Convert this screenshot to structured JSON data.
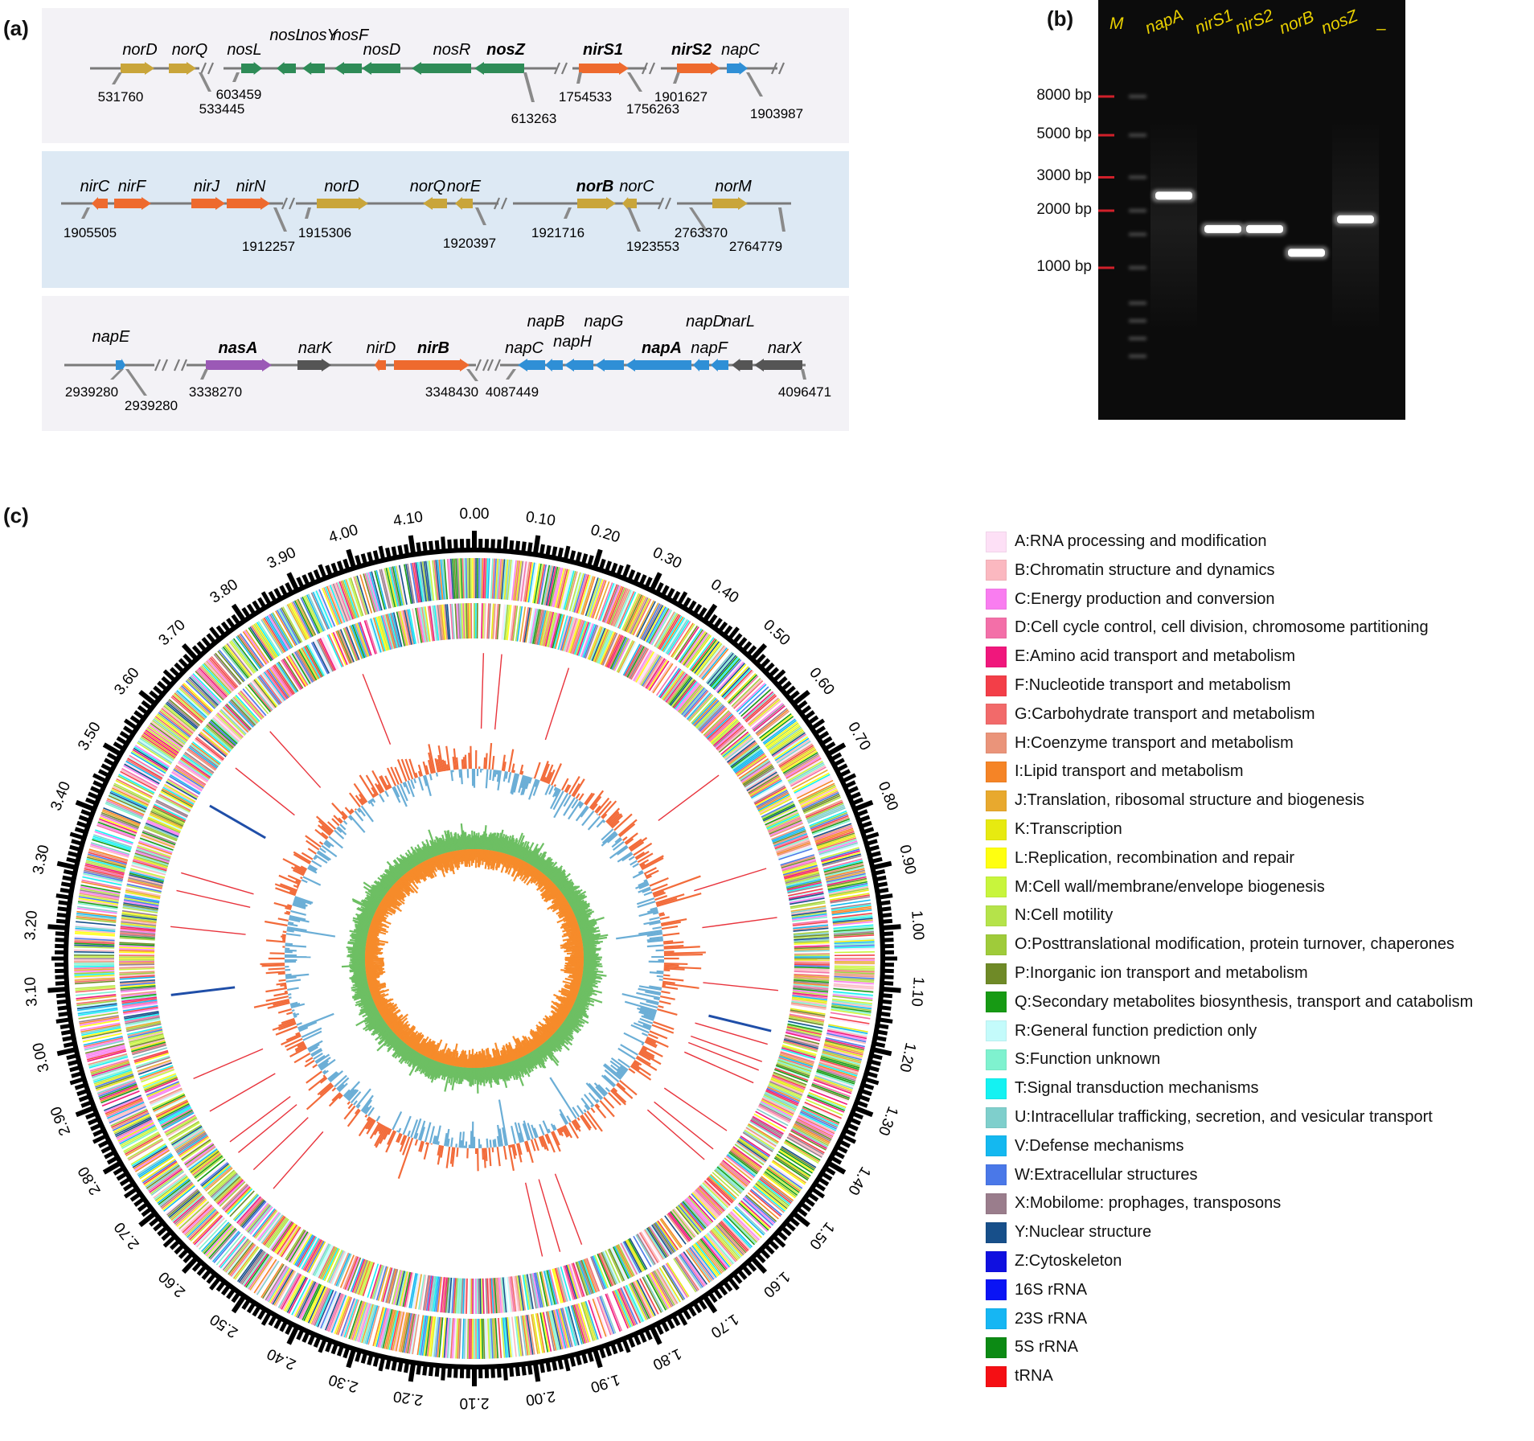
{
  "panels": {
    "a": "(a)",
    "b": "(b)",
    "c": "(c)"
  },
  "panel_a": {
    "row1": {
      "genes": [
        {
          "name": "norD",
          "bold": false,
          "color": "#c9a53a"
        },
        {
          "name": "norQ",
          "bold": false,
          "color": "#c9a53a"
        },
        {
          "name": "nosL",
          "bold": false,
          "color": "#2e8b57"
        },
        {
          "name": "nosL",
          "bold": false,
          "color": "#2e8b57"
        },
        {
          "name": "nosY",
          "bold": false,
          "color": "#2e8b57"
        },
        {
          "name": "nosF",
          "bold": false,
          "color": "#2e8b57"
        },
        {
          "name": "nosD",
          "bold": false,
          "color": "#2e8b57"
        },
        {
          "name": "nosR",
          "bold": false,
          "color": "#2e8b57"
        },
        {
          "name": "nosZ",
          "bold": true,
          "color": "#2e8b57"
        },
        {
          "name": "nirS1",
          "bold": true,
          "color": "#ee6a2e"
        },
        {
          "name": "nirS2",
          "bold": true,
          "color": "#ee6a2e"
        },
        {
          "name": "napC",
          "bold": false,
          "color": "#2f8fd6"
        }
      ],
      "coords": [
        "531760",
        "533445",
        "603459",
        "613263",
        "1754533",
        "1756263",
        "1901627",
        "1903987"
      ]
    },
    "row2": {
      "genes": [
        {
          "name": "nirC",
          "bold": false
        },
        {
          "name": "nirF",
          "bold": false
        },
        {
          "name": "nirJ",
          "bold": false
        },
        {
          "name": "nirN",
          "bold": false
        },
        {
          "name": "norD",
          "bold": false
        },
        {
          "name": "norQ",
          "bold": false
        },
        {
          "name": "norE",
          "bold": false
        },
        {
          "name": "norB",
          "bold": true
        },
        {
          "name": "norC",
          "bold": false
        },
        {
          "name": "norM",
          "bold": false
        }
      ],
      "coords": [
        "1905505",
        "1912257",
        "1915306",
        "1920397",
        "1921716",
        "1923553",
        "2763370",
        "2764779"
      ]
    },
    "row3": {
      "genes": [
        {
          "name": "napE",
          "bold": false
        },
        {
          "name": "nasA",
          "bold": true
        },
        {
          "name": "narK",
          "bold": false
        },
        {
          "name": "nirD",
          "bold": false
        },
        {
          "name": "nirB",
          "bold": true
        },
        {
          "name": "napC",
          "bold": false
        },
        {
          "name": "napB",
          "bold": false
        },
        {
          "name": "napH",
          "bold": false
        },
        {
          "name": "napG",
          "bold": false
        },
        {
          "name": "napA",
          "bold": true
        },
        {
          "name": "napD",
          "bold": false
        },
        {
          "name": "napF",
          "bold": false
        },
        {
          "name": "narL",
          "bold": false
        },
        {
          "name": "narX",
          "bold": false
        }
      ],
      "coords": [
        "2939280",
        "2939280",
        "3338270",
        "3348430",
        "4087449",
        "4096471"
      ]
    }
  },
  "panel_b": {
    "lanes": [
      "M",
      "napA",
      "nirS1",
      "nirS2",
      "norB",
      "nosZ",
      "–"
    ],
    "ladder": [
      "8000 bp",
      "5000 bp",
      "3000 bp",
      "2000 bp",
      "1000 bp"
    ],
    "ladder_bp": [
      8000,
      5000,
      3000,
      2000,
      1000
    ],
    "band_bp": {
      "napA": 2400,
      "nirS1": 1600,
      "nirS2": 1600,
      "norB": 1200,
      "nosZ": 1800
    }
  },
  "panel_c": {
    "ticks": [
      "0.00",
      "0.10",
      "0.20",
      "0.30",
      "0.40",
      "0.50",
      "0.60",
      "0.70",
      "0.80",
      "0.90",
      "1.00",
      "1.10",
      "1.20",
      "1.30",
      "1.40",
      "1.50",
      "1.60",
      "1.70",
      "1.80",
      "1.90",
      "2.00",
      "2.10",
      "2.20",
      "2.30",
      "2.40",
      "2.50",
      "2.60",
      "2.70",
      "2.80",
      "2.90",
      "3.00",
      "3.10",
      "3.20",
      "3.30",
      "3.40",
      "3.50",
      "3.60",
      "3.70",
      "3.80",
      "3.90",
      "4.00",
      "4.10"
    ],
    "genome_length_mb": 4.2,
    "track_colors": {
      "gc_content_high": "#f26b3a",
      "gc_content_low": "#6baed6",
      "gc_skew_pos": "#6dbf63",
      "gc_skew_neg": "#f68b2a",
      "trna": "#e8333c",
      "rrna": "#1f4ea8"
    }
  },
  "legend": [
    {
      "label": "A:RNA processing and modification",
      "color": "#fde0f6"
    },
    {
      "label": "B:Chromatin structure and dynamics",
      "color": "#fbb8c0"
    },
    {
      "label": "C:Energy production and conversion",
      "color": "#f97df0"
    },
    {
      "label": "D:Cell cycle control, cell division, chromosome partitioning",
      "color": "#f36fa8"
    },
    {
      "label": "E:Amino acid transport and metabolism",
      "color": "#f0177c"
    },
    {
      "label": "F:Nucleotide transport and metabolism",
      "color": "#f33e48"
    },
    {
      "label": "G:Carbohydrate transport and metabolism",
      "color": "#f26a6a"
    },
    {
      "label": "H:Coenzyme transport and metabolism",
      "color": "#ea947a"
    },
    {
      "label": "I:Lipid transport and metabolism",
      "color": "#f58426"
    },
    {
      "label": "J:Translation, ribosomal structure and biogenesis",
      "color": "#e8a92e"
    },
    {
      "label": "K:Transcription",
      "color": "#e7ea10"
    },
    {
      "label": "L:Replication, recombination and repair",
      "color": "#ffff10"
    },
    {
      "label": "M:Cell wall/membrane/envelope biogenesis",
      "color": "#c8f53c"
    },
    {
      "label": "N:Cell motility",
      "color": "#b5e34a"
    },
    {
      "label": "O:Posttranslational modification, protein turnover, chaperones",
      "color": "#9fcb3a"
    },
    {
      "label": "P:Inorganic ion transport and metabolism",
      "color": "#6f8a27"
    },
    {
      "label": "Q:Secondary metabolites biosynthesis, transport and catabolism",
      "color": "#179a14"
    },
    {
      "label": "R:General function prediction only",
      "color": "#c4fbfb"
    },
    {
      "label": "S:Function unknown",
      "color": "#7ff2cf"
    },
    {
      "label": "T:Signal transduction mechanisms",
      "color": "#14f2f2"
    },
    {
      "label": "U:Intracellular trafficking, secretion, and vesicular transport",
      "color": "#7fcfcc"
    },
    {
      "label": "V:Defense mechanisms",
      "color": "#14b8f0"
    },
    {
      "label": "W:Extracellular structures",
      "color": "#4a78e8"
    },
    {
      "label": "X:Mobilome: prophages, transposons",
      "color": "#9a7d8c"
    },
    {
      "label": "Y:Nuclear structure",
      "color": "#174f8a"
    },
    {
      "label": "Z:Cytoskeleton",
      "color": "#1010e0"
    },
    {
      "label": "16S rRNA",
      "color": "#0a14f5"
    },
    {
      "label": "23S rRNA",
      "color": "#16b6f3"
    },
    {
      "label": "5S rRNA",
      "color": "#0c8a14"
    },
    {
      "label": "tRNA",
      "color": "#f50f14"
    }
  ]
}
